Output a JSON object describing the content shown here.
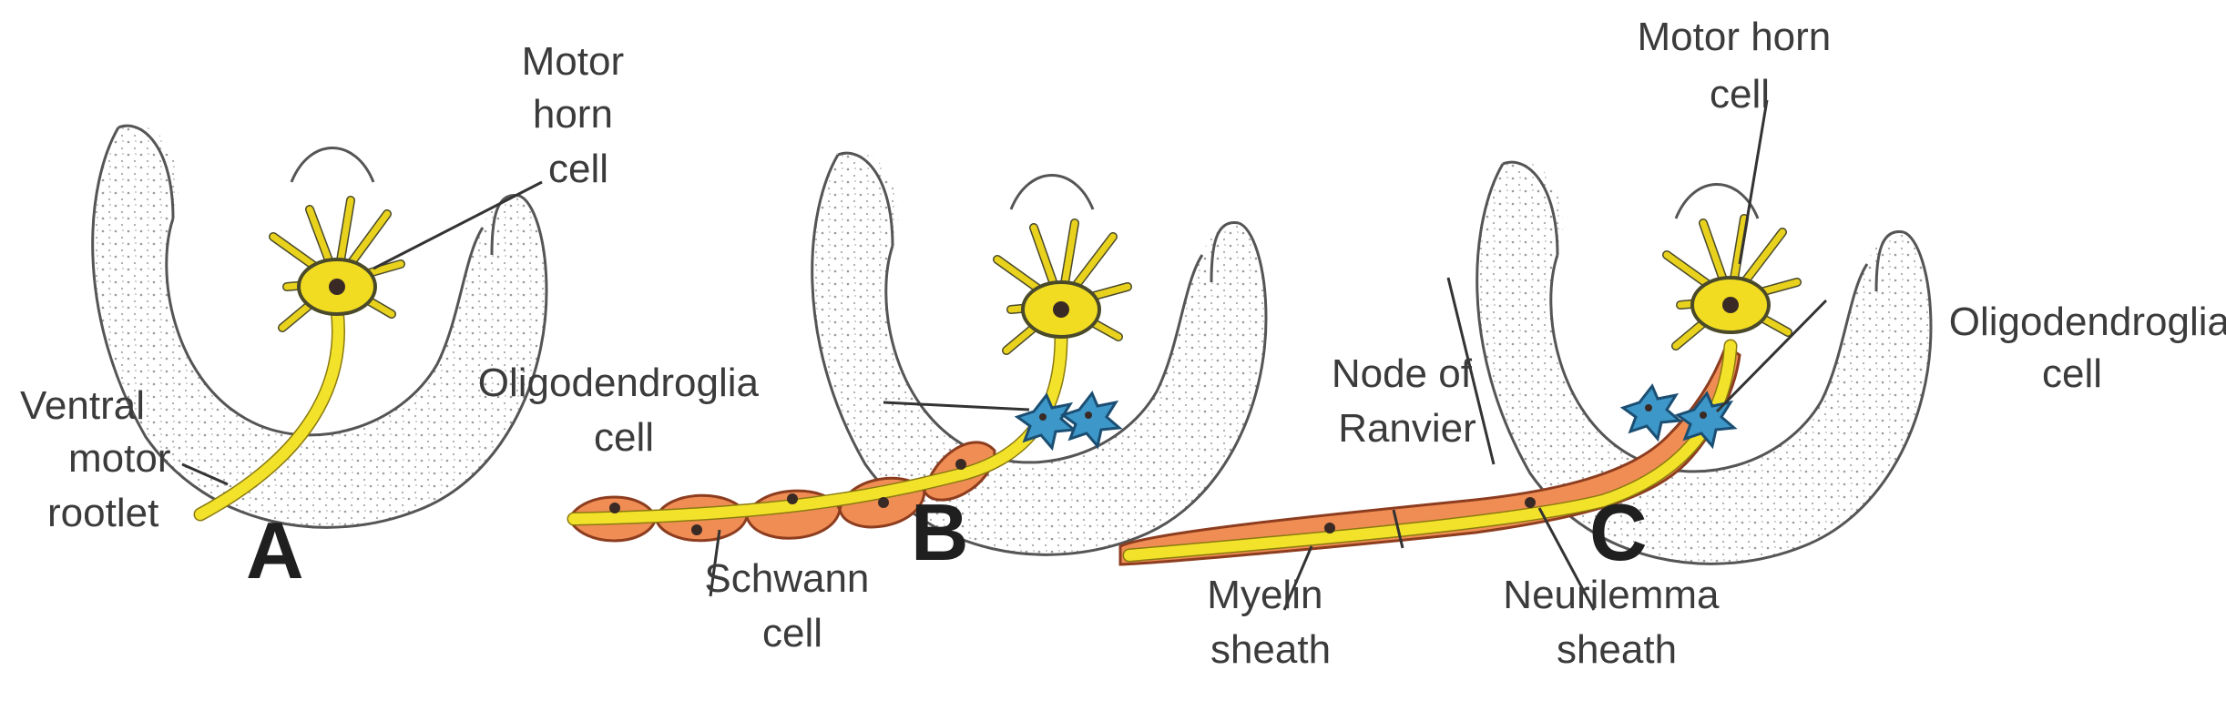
{
  "panels": {
    "a": {
      "letter": "A",
      "labels": {
        "motor_horn_cell": [
          "Motor",
          "horn",
          "cell"
        ],
        "ventral_motor_rootlet": [
          "Ventral",
          "motor",
          "rootlet"
        ]
      }
    },
    "b": {
      "letter": "B",
      "labels": {
        "oligodendroglia_cell": [
          "Oligodendroglia",
          "cell"
        ],
        "schwann_cell": [
          "Schwann",
          "cell"
        ]
      }
    },
    "c": {
      "letter": "C",
      "labels": {
        "motor_horn_cell": [
          "Motor horn",
          "cell"
        ],
        "oligodendroglia_cell": [
          "Oligodendroglia",
          "cell"
        ],
        "node_of_ranvier": [
          "Node of",
          "Ranvier"
        ],
        "myelin_sheath": [
          "Myelin",
          "sheath"
        ],
        "neurilemma_sheath": [
          "Neurilemma",
          "sheath"
        ]
      }
    }
  },
  "colors": {
    "axon": "#f3e22a",
    "myelin": "#f08d54",
    "oligodendroglia": "#3d97c8",
    "gray_matter_stipple": "#9a9a9a"
  }
}
